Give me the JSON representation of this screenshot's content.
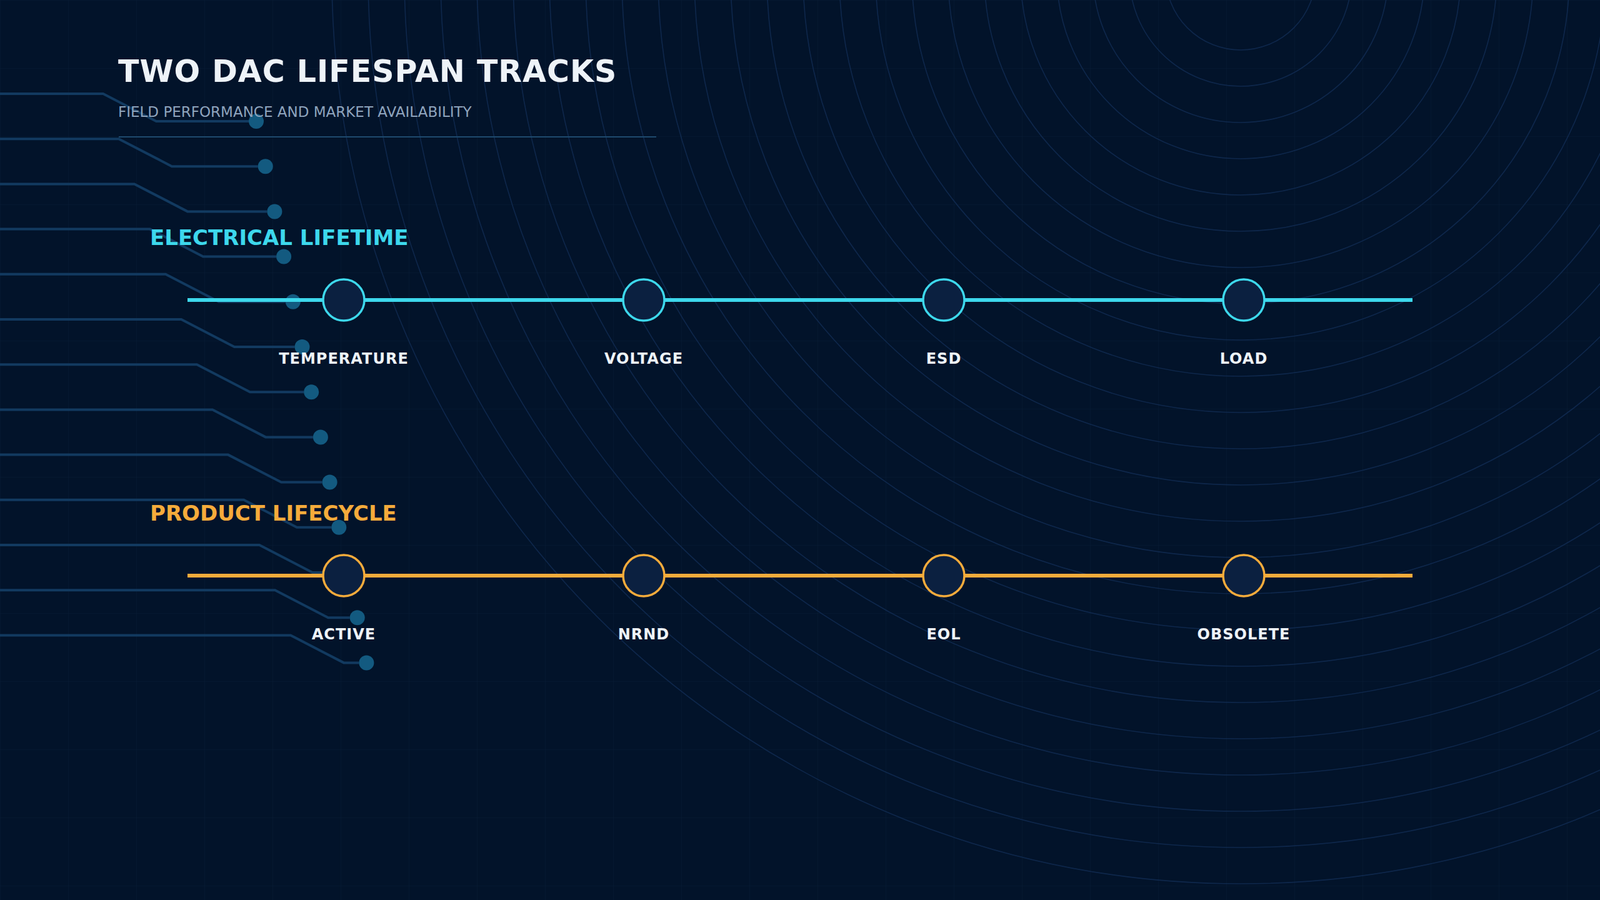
{
  "diagram": {
    "title": "TWO DAC LIFESPAN TRACKS",
    "nodes": [
      {
        "text": [
          "TEMPERATURE"
        ]
      },
      {
        "text": [
          "VOLTAGE"
        ]
      },
      {
        "text": [
          "ESD"
        ]
      },
      {
        "text": [
          "LOAD"
        ]
      },
      {
        "text": [
          "ACTIVE"
        ]
      },
      {
        "text": [
          "NRND"
        ]
      },
      {
        "text": [
          "EOL"
        ]
      },
      {
        "text": [
          "OBSOLETE"
        ]
      }
    ],
    "edges": [
      {
        "from": 0,
        "to": 1,
        "arrow": "none"
      },
      {
        "from": 1,
        "to": 2,
        "arrow": "none"
      },
      {
        "from": 2,
        "to": 3,
        "arrow": "none"
      },
      {
        "from": 4,
        "to": 5,
        "arrow": "none"
      },
      {
        "from": 5,
        "to": 6,
        "arrow": "none"
      },
      {
        "from": 6,
        "to": 7,
        "arrow": "none"
      }
    ],
    "labels": [
      "FIELD PERFORMANCE AND MARKET AVAILABILITY",
      "ELECTRICAL LIFETIME",
      "PRODUCT LIFECYCLE"
    ]
  }
}
